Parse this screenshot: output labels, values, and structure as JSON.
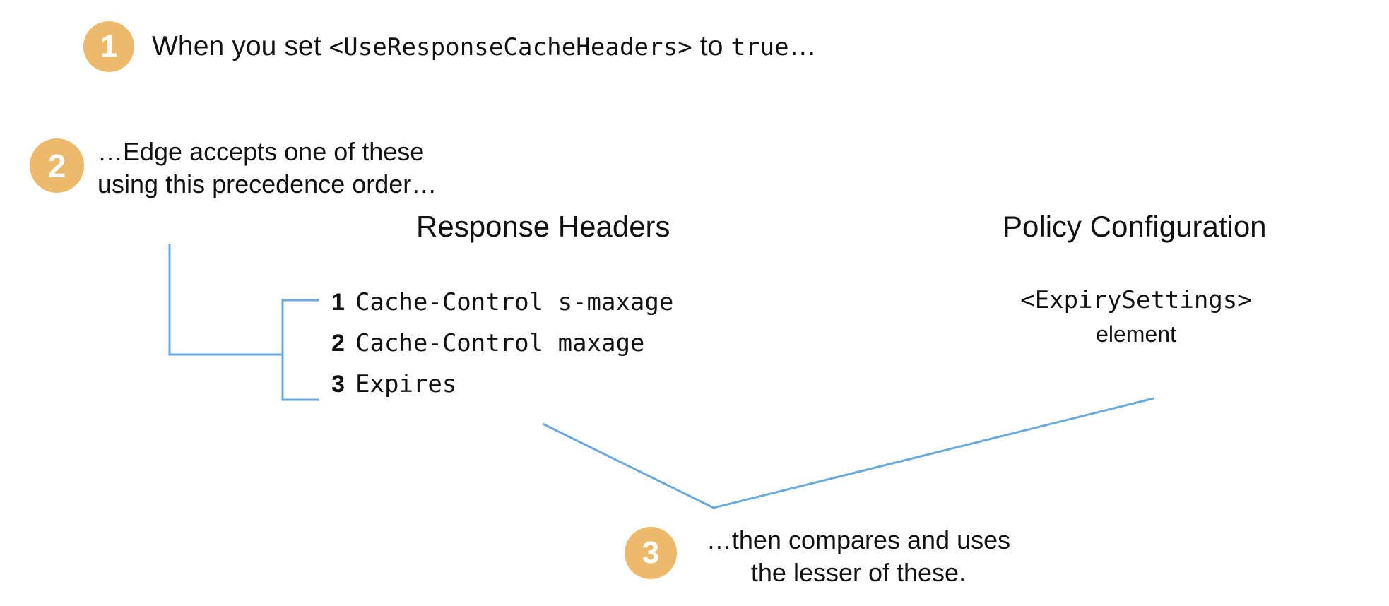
{
  "colors": {
    "badge": "#edb96a",
    "badge_text": "#ffffff",
    "connector": "#6aa9dd",
    "text": "#111111",
    "background": "#ffffff"
  },
  "steps": [
    {
      "number": "1",
      "text_prefix": "When you set ",
      "text_code": "<UseResponseCacheHeaders>",
      "text_middle": " to ",
      "text_code2": "true",
      "text_suffix": "…"
    },
    {
      "number": "2",
      "text": "…Edge accepts one of these using this precedence order…"
    },
    {
      "number": "3",
      "text": "…then compares and uses the lesser of these."
    }
  ],
  "columns": {
    "response_headers": {
      "title": "Response Headers",
      "items": [
        {
          "rank": "1",
          "name": "Cache-Control s-maxage"
        },
        {
          "rank": "2",
          "name": "Cache-Control maxage"
        },
        {
          "rank": "3",
          "name": "Expires"
        }
      ]
    },
    "policy_configuration": {
      "title": "Policy Configuration",
      "element_code": "<ExpirySettings>",
      "element_label": "element"
    }
  }
}
